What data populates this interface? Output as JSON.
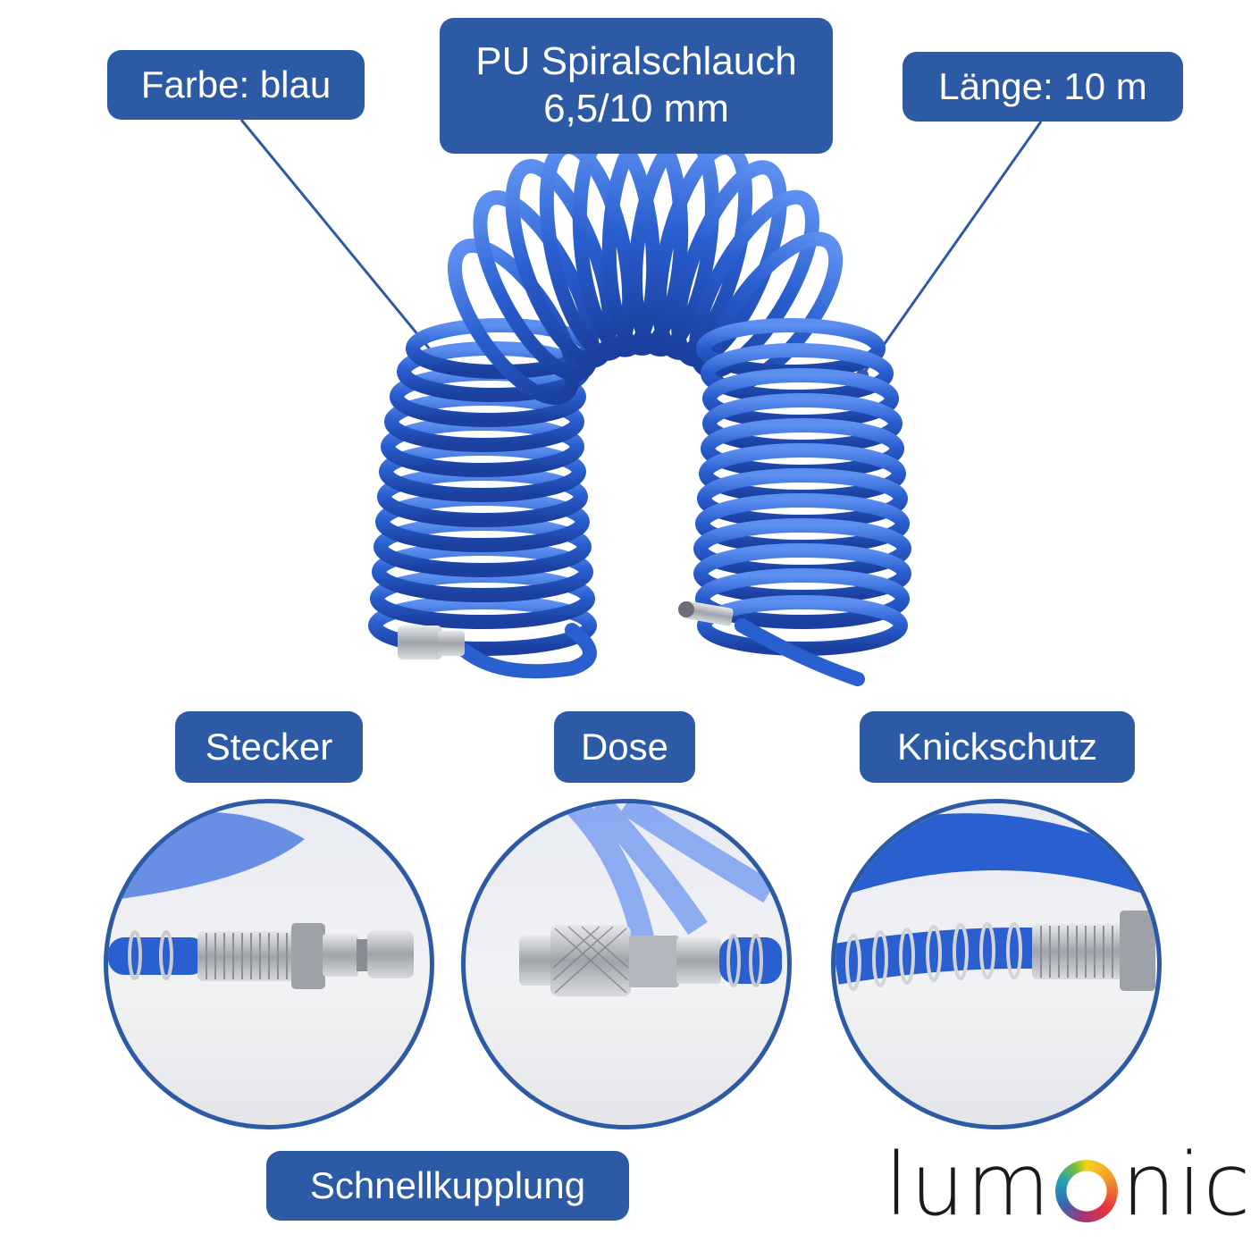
{
  "labels": {
    "color": "Farbe: blau",
    "title_line1": "PU Spiralschlauch",
    "title_line2": "6,5/10 mm",
    "length": "Länge: 10 m",
    "plug": "Stecker",
    "socket": "Dose",
    "kink_protection": "Knickschutz",
    "quick_coupling": "Schnellkupplung"
  },
  "logo": {
    "text_before": "lum",
    "text_after": "nic"
  },
  "colors": {
    "label_bg": "#2d5aa5",
    "label_text": "#ffffff",
    "hose_blue": "#2a5fd0",
    "metal": "#b9bcc2"
  }
}
